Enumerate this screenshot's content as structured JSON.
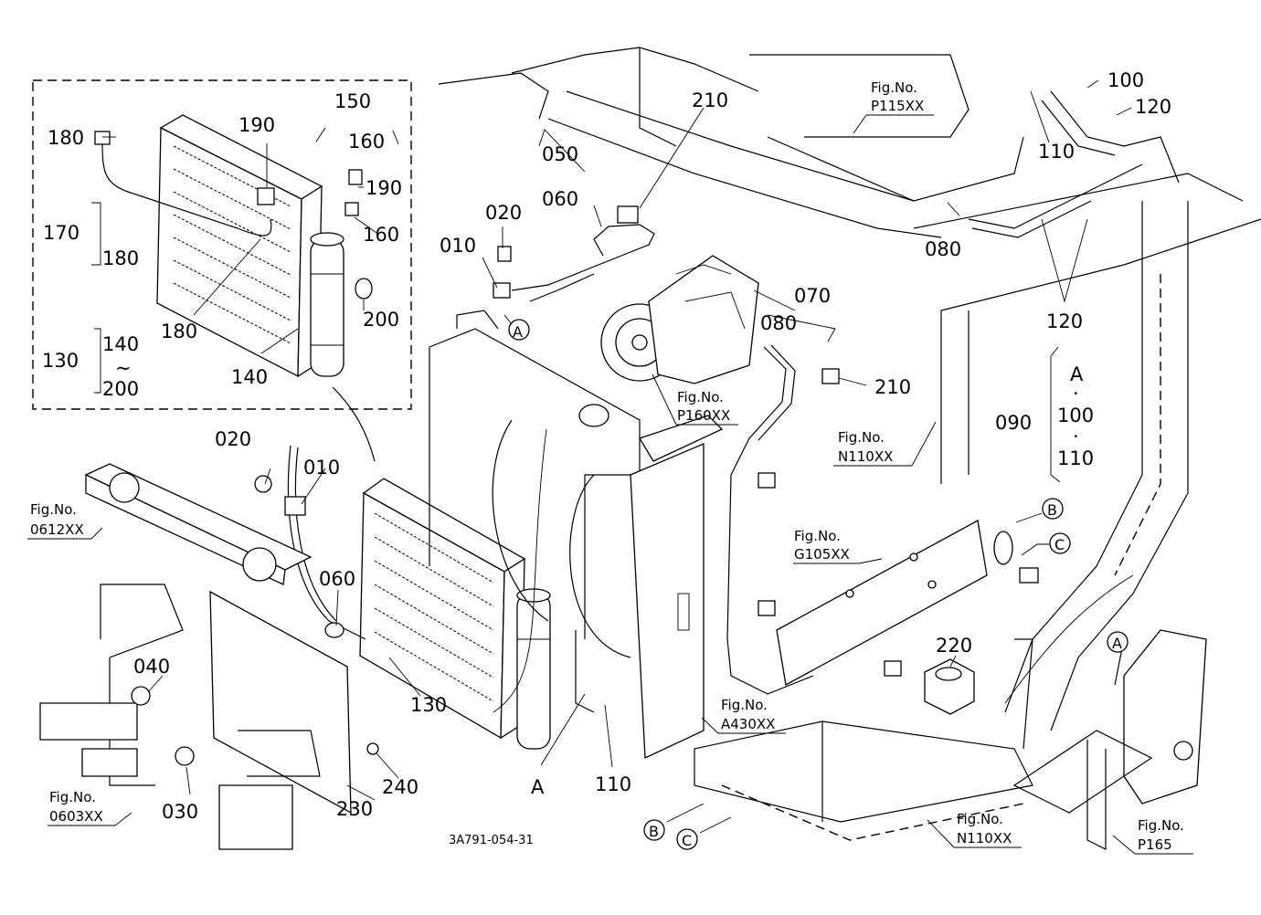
{
  "labels": {
    "l010a": "010",
    "l010b": "010",
    "l020a": "020",
    "l020b": "020",
    "l030": "030",
    "l040": "040",
    "l050": "050",
    "l060a": "060",
    "l060b": "060",
    "l070": "070",
    "l080a": "080",
    "l080b": "080",
    "l090": "090",
    "l100a": "100",
    "l100b": "100",
    "l110a": "110",
    "l110b": "110",
    "l110c": "110",
    "l120a": "120",
    "l120b": "120",
    "l130a": "130",
    "l130b": "130",
    "l140a": "140",
    "l140b": "140",
    "l150": "150",
    "l160a": "160",
    "l160b": "160",
    "l170": "170",
    "l180a": "180",
    "l180b": "180",
    "l180c": "180",
    "l190a": "190",
    "l190b": "190",
    "l200a": "200",
    "l200b": "200",
    "l210a": "210",
    "l210b": "210",
    "l220": "220",
    "l230": "230",
    "l240": "240",
    "tilde": "~",
    "dotA": "·",
    "dotB": "·",
    "A1": "A",
    "A2": "A",
    "A3": "A",
    "A4": "A",
    "B1": "B",
    "B2": "B",
    "C1": "C",
    "C2": "C"
  },
  "fig_refs": {
    "fig_word": "Fig.No.",
    "p115": "P115XX",
    "p160": "P160XX",
    "n110a": "N110XX",
    "n110b": "N110XX",
    "g105": "G105XX",
    "a430": "A430XX",
    "f0612": "0612XX",
    "f0603": "0603XX",
    "p165": "P165"
  },
  "drawing_code": "3A791-054-31"
}
